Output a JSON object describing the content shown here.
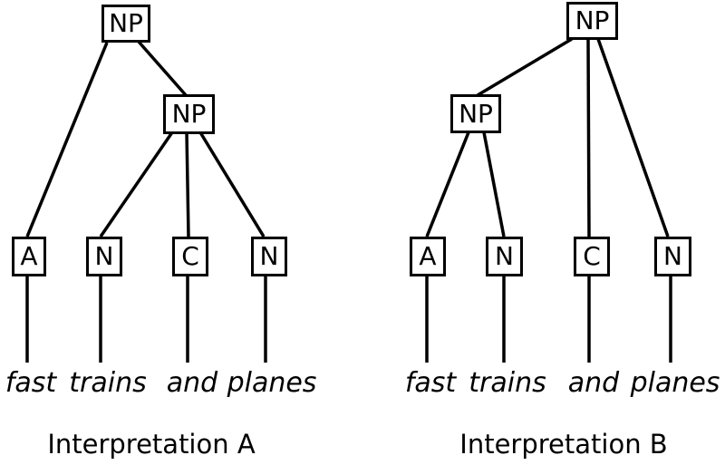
{
  "background_color": "#ffffff",
  "line_color": "#000000",
  "sentence": "fast trains and planes",
  "left_tree": {
    "caption": "Interpretation A",
    "root_label": "NP",
    "inner_label": "NP",
    "leaves": [
      "A",
      "N",
      "C",
      "N"
    ],
    "words": [
      "fast",
      "trains",
      "and",
      "planes"
    ],
    "structure": {
      "root_children": [
        "A",
        "NP"
      ],
      "inner_np_children": [
        "N",
        "C",
        "N"
      ]
    }
  },
  "right_tree": {
    "caption": "Interpretation B",
    "root_label": "NP",
    "inner_label": "NP",
    "leaves": [
      "A",
      "N",
      "C",
      "N"
    ],
    "words": [
      "fast",
      "trains",
      "and",
      "planes"
    ],
    "structure": {
      "root_children": [
        "NP",
        "C",
        "N"
      ],
      "inner_np_children": [
        "A",
        "N"
      ]
    }
  }
}
